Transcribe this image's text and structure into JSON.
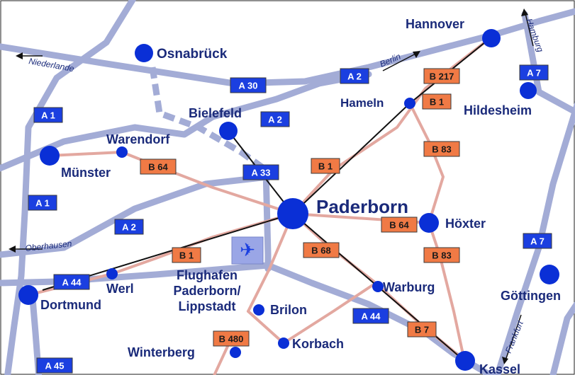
{
  "colors": {
    "autobahn": "#a3acd6",
    "bundesstrasse": "#e3a8a0",
    "rail": "#111111",
    "city": "#0a2fd6",
    "label": "#1a2a7a",
    "a_badge": "#1b3fe0",
    "b_badge": "#f07a45",
    "airport": "#9aa6e6"
  },
  "cities": [
    {
      "name": "Osnabrück"
    },
    {
      "name": "Hannover"
    },
    {
      "name": "Hameln"
    },
    {
      "name": "Hildesheim"
    },
    {
      "name": "Bielefeld"
    },
    {
      "name": "Warendorf"
    },
    {
      "name": "Münster"
    },
    {
      "name": "Paderborn"
    },
    {
      "name": "Höxter"
    },
    {
      "name": "Werl"
    },
    {
      "name": "Dortmund"
    },
    {
      "name": "Brilon"
    },
    {
      "name": "Warburg"
    },
    {
      "name": "Göttingen"
    },
    {
      "name": "Korbach"
    },
    {
      "name": "Winterberg"
    },
    {
      "name": "Kassel"
    }
  ],
  "airport": {
    "icon": "airplane-icon",
    "line1": "Flughafen",
    "line2": "Paderborn/",
    "line3": "Lippstadt"
  },
  "directions": [
    "Niederlande",
    "Berlin",
    "Hamburg",
    "Oberhausen",
    "Frankfurt"
  ],
  "autobahn_badges": [
    "A 1",
    "A 30",
    "A 2",
    "A 7",
    "A 2",
    "A 1",
    "A 33",
    "A 2",
    "A 44",
    "A 7",
    "A 44",
    "A 45"
  ],
  "bundesstrasse_badges": [
    "B 217",
    "B 1",
    "B 83",
    "B 64",
    "B 1",
    "B 64",
    "B 1",
    "B 68",
    "B 83",
    "B 7",
    "B 480"
  ]
}
